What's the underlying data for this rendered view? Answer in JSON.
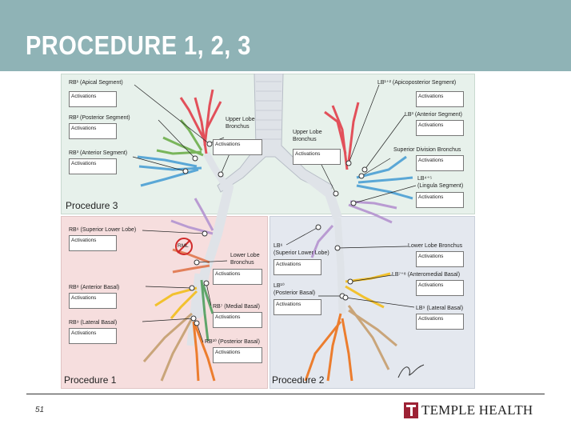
{
  "header": {
    "title": "PROCEDURE 1, 2, 3"
  },
  "procedures": {
    "p3": "Procedure 3",
    "p1": "Procedure 1",
    "p2": "Procedure 2"
  },
  "activations": "Activations",
  "labels": {
    "rb1": "RB¹ (Apical Segment)",
    "rb2": "RB² (Posterior Segment)",
    "rb3": "RB³ (Anterior Segment)",
    "rul_bronchus_1": "Upper Lobe",
    "rul_bronchus_2": "Bronchus",
    "lb12": "LB¹⁺² (Apicoposterior Segment)",
    "lb3": "LB³ (Anterior Segment)",
    "lul_bronchus_1": "Upper Lobe",
    "lul_bronchus_2": "Bronchus",
    "lsup_div": "Superior Division Bronchus",
    "lb45_1": "LB⁴⁺⁵",
    "lb45_2": "(Lingula Segment)",
    "rb6": "RB⁶ (Superior Lower Lobe)",
    "rml": "RML",
    "rll_bronchus_1": "Lower Lobe",
    "rll_bronchus_2": "Bronchus",
    "rb8": "RB⁸ (Anterior Basal)",
    "rb7": "RB⁷ (Medial Basal)",
    "rb9": "RB⁹ (Lateral Basal)",
    "rb10": "RB¹⁰ (Posterior Basal)",
    "lb6_1": "LB⁶",
    "lb6_2": "(Superior Lower Lobe)",
    "lll_bronchus": "Lower Lobe Bronchus",
    "lb10_1": "LB¹⁰",
    "lb10_2": "(Posterior Basal)",
    "lb78": "LB⁷⁺⁸ (Anteromedial Basal)",
    "lb9": "LB⁹ (Lateral Basal)"
  },
  "footer": {
    "page": "51",
    "logo": "TEMPLE HEALTH"
  },
  "colors": {
    "header": "#8fb3b6",
    "region_p3": "#e7f1eb",
    "region_p1": "#f6dede",
    "region_p2": "#e4e8ef",
    "logo": "#9d2235"
  }
}
